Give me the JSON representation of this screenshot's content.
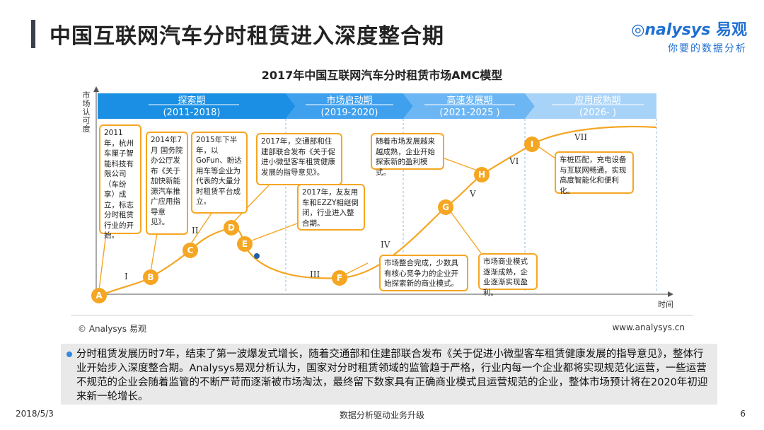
{
  "header": {
    "title": "中国互联网汽车分时租赁进入深度整合期",
    "logo_text": "nalysys",
    "logo_cn": "易观",
    "logo_tagline": "你要的数据分析"
  },
  "chart_title": "2017年中国互联网汽车分时租赁市场AMC模型",
  "axis": {
    "y_label": "市场认可度",
    "x_label": "时间"
  },
  "phases": [
    {
      "name": "探索期",
      "years": "(2011-2018)",
      "color": "#1a8fe3"
    },
    {
      "name": "市场启动期",
      "years": "(2019-2020)",
      "color": "#3fa0ee"
    },
    {
      "name": "高速发展期",
      "years": "(2021-2025 )",
      "color": "#6db6f4"
    },
    {
      "name": "应用成熟期",
      "years": "(2026- )",
      "color": "#a8d3f8"
    }
  ],
  "stages": {
    "s1": "I",
    "s2": "II",
    "s3": "III",
    "s4": "IV",
    "s5": "V",
    "s6": "VI",
    "s7": "VII"
  },
  "points": {
    "a": "A",
    "b": "B",
    "c": "C",
    "d": "D",
    "e": "E",
    "f": "F",
    "g": "G",
    "h": "H",
    "i": "I"
  },
  "notes": {
    "a": "2011年，杭州车厘子智能科技有限公司（车纷享）成立，标志分时租赁行业的开始。",
    "b": "2014年7月 国务院办公厅发布《关于加快新能源汽车推广应用指导意见》。",
    "c": "2015年下半年，以GoFun、盼达用车等企业为代表的大量分时租赁平台成立。",
    "d": "2017年，交通部和住建部联合发布《关于促进小微型客车租赁健康发展的指导意见》。",
    "e": "2017年，友友用车和EZZY相继倒闭，行业进入整合期。",
    "f": "市场整合完成，少数具有核心竞争力的企业开始探索新的商业模式。",
    "g": "市场商业模式逐渐成熟，企业逐渐实现盈利。",
    "h": "随着市场发展越来越成熟，企业开始探索新的盈利模式。",
    "i": "车桩匹配，充电设备与互联网畅通，实现高度智能化和便利化。"
  },
  "source": {
    "copyright": "© Analysys 易观",
    "website": "www.analysys.cn"
  },
  "summary": "分时租赁发展历时7年，结束了第一波爆发式增长，随着交通部和住建部联合发布《关于促进小微型客车租赁健康发展的指导意见》，整体行业开始步入深度整合期。Analysys易观分析认为，国家对分时租赁领域的监管趋于严格，行业内每一个企业都将实现规范化运营，一些运营不规范的企业会随着监管的不断严苛而逐渐被市场淘汰，最终留下数家具有正确商业模式且运营规范的企业，整体市场预计将在2020年初迎来新一轮增长。",
  "footer": {
    "date": "2018/5/3",
    "slogan": "数据分析驱动业务升级",
    "page": "6"
  },
  "colors": {
    "accent_orange": "#f5a623",
    "curve": "#f5a623",
    "brand_blue": "#1f6fd1"
  }
}
